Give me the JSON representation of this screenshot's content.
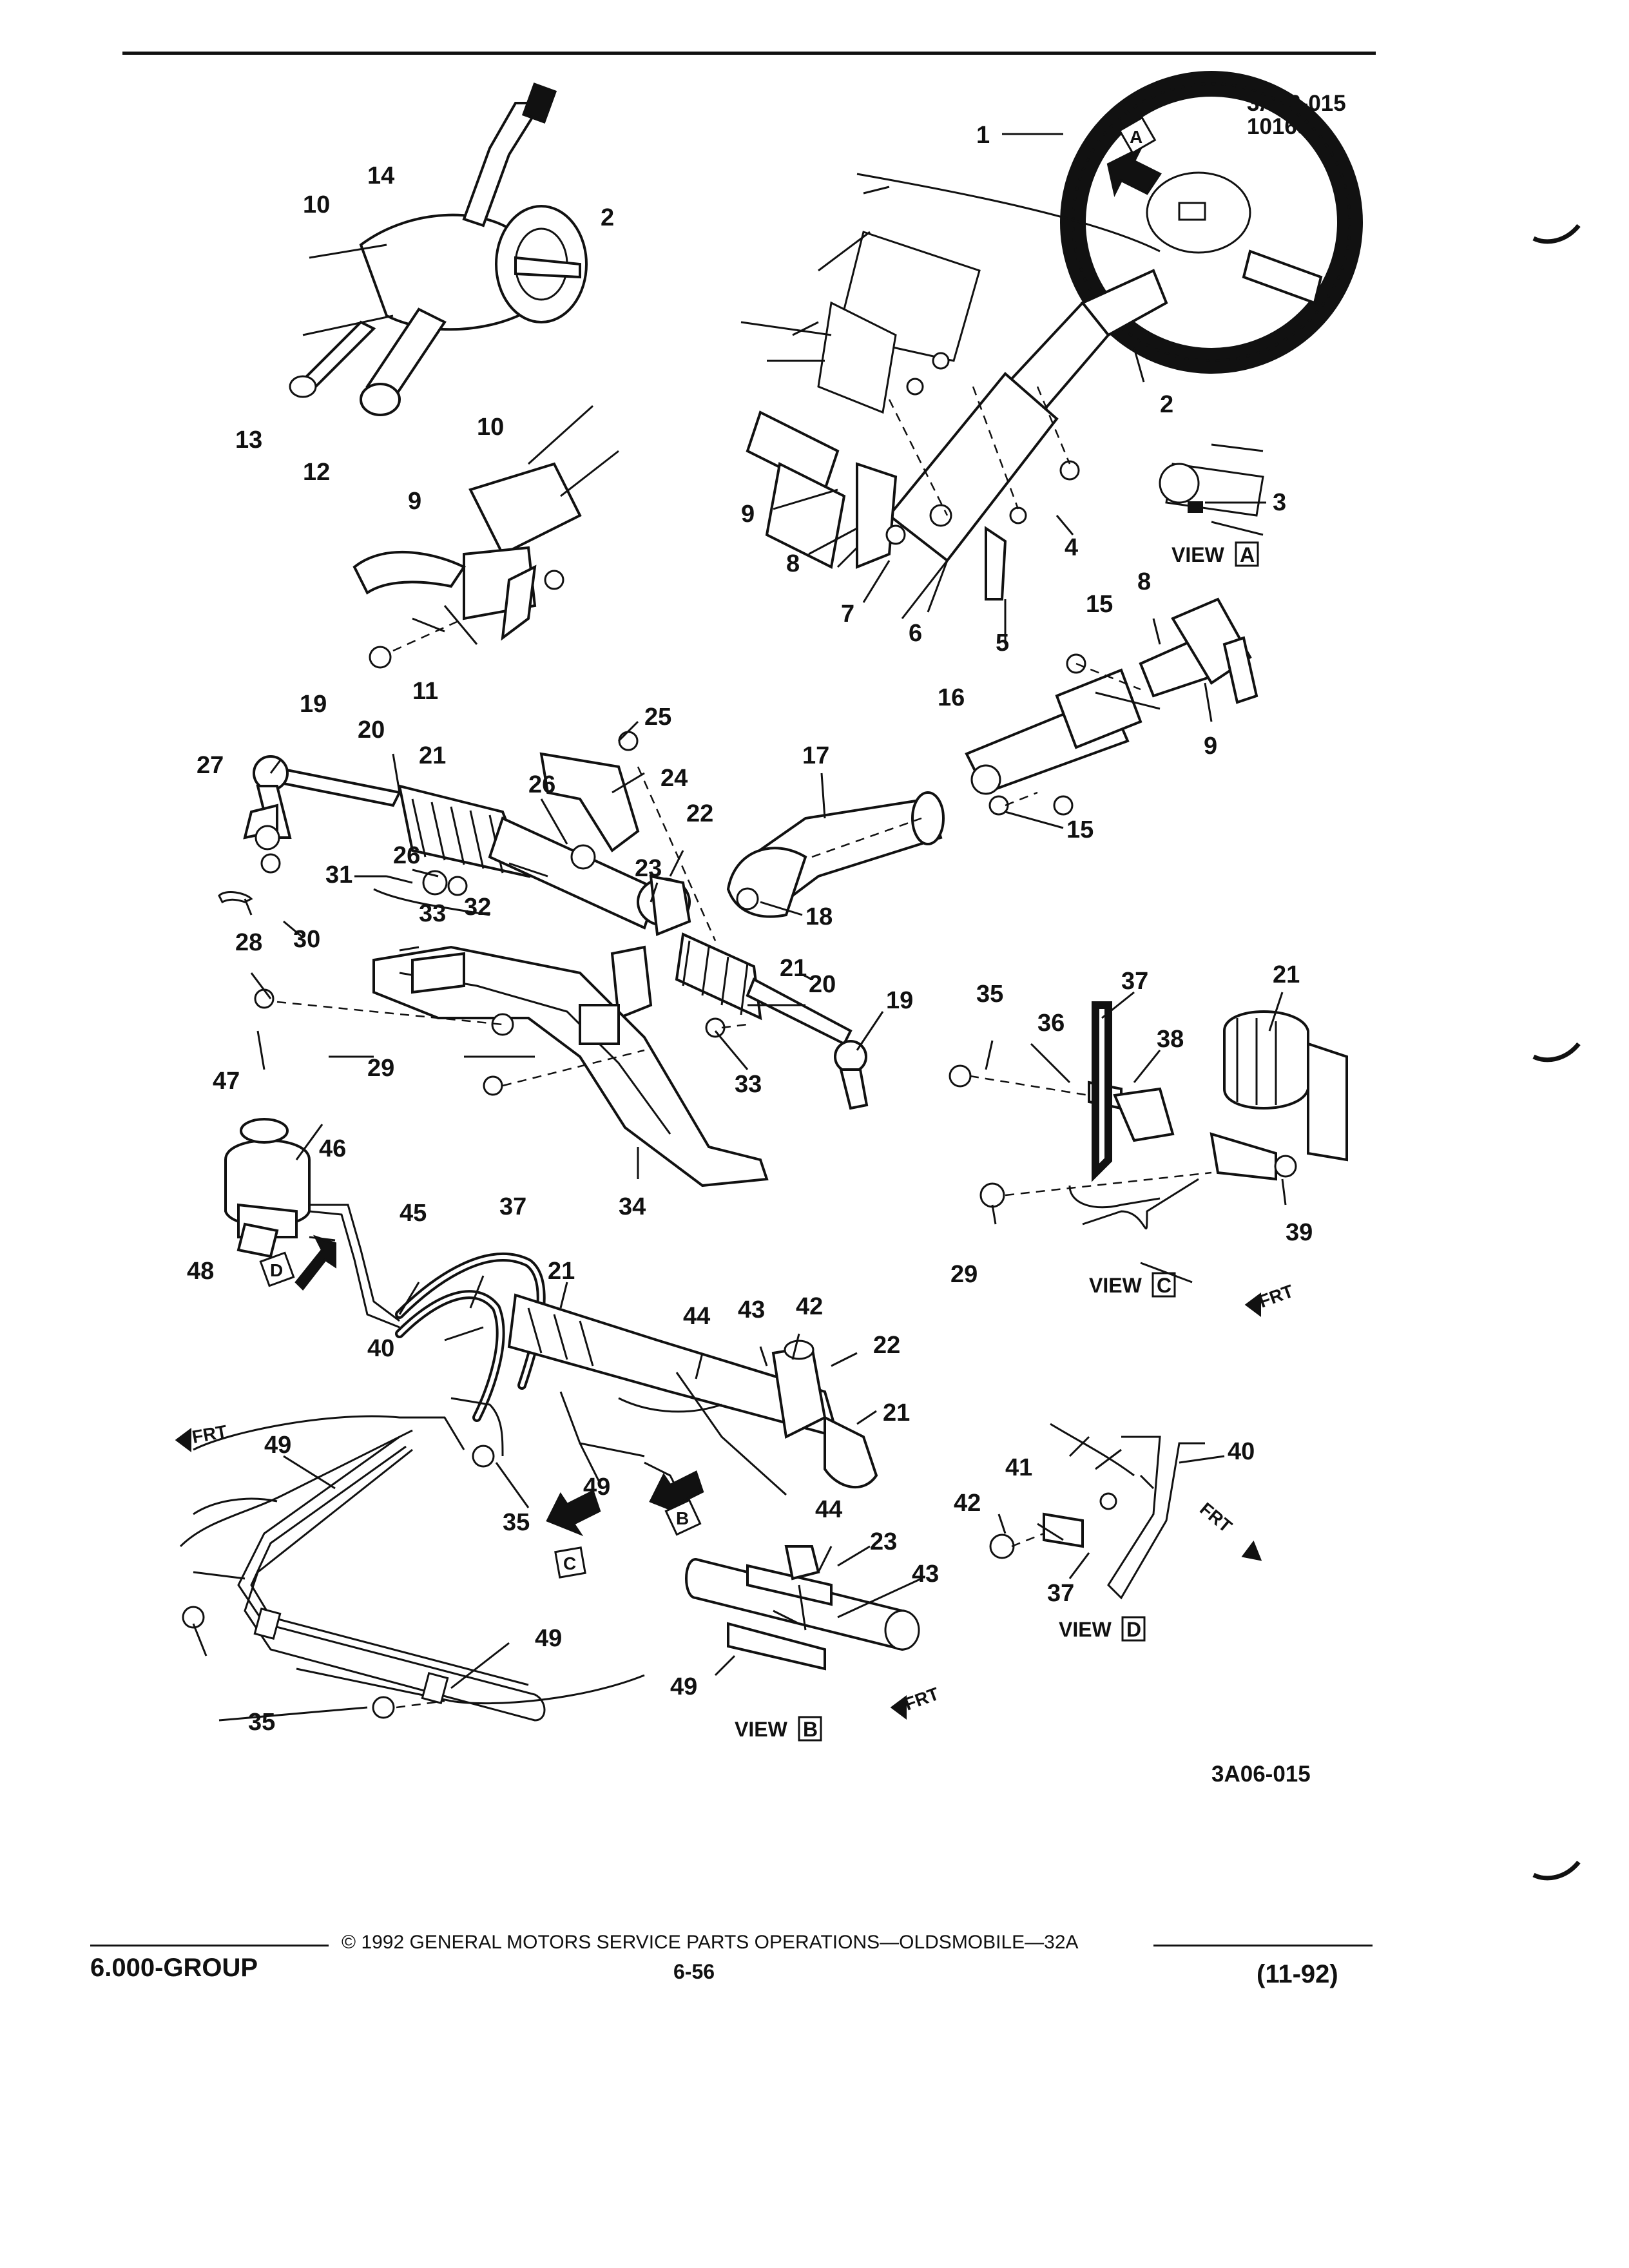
{
  "drawing": {
    "figure_code_top": "3A06-015",
    "figure_date": "101689",
    "figure_code_bottom": "3A06-015"
  },
  "views": {
    "a": {
      "word": "VIEW",
      "letter": "A"
    },
    "b": {
      "word": "VIEW",
      "letter": "B"
    },
    "c": {
      "word": "VIEW",
      "letter": "C"
    },
    "d": {
      "word": "VIEW",
      "letter": "D"
    }
  },
  "markers": {
    "a": "A",
    "b": "B",
    "c": "C",
    "d": "D",
    "frt": "FRT"
  },
  "callouts": {
    "n1": "1",
    "n2": "2",
    "n3": "3",
    "n4": "4",
    "n5": "5",
    "n6": "6",
    "n7": "7",
    "n8": "8",
    "n9": "9",
    "n10": "10",
    "n11": "11",
    "n12": "12",
    "n13": "13",
    "n14": "14",
    "n15": "15",
    "n16": "16",
    "n17": "17",
    "n18": "18",
    "n19": "19",
    "n20": "20",
    "n21": "21",
    "n22": "22",
    "n23": "23",
    "n24": "24",
    "n25": "25",
    "n26": "26",
    "n27": "27",
    "n28": "28",
    "n29": "29",
    "n30": "30",
    "n31": "31",
    "n32": "32",
    "n33": "33",
    "n34": "34",
    "n35": "35",
    "n36": "36",
    "n37": "37",
    "n38": "38",
    "n39": "39",
    "n40": "40",
    "n41": "41",
    "n42": "42",
    "n43": "43",
    "n44": "44",
    "n45": "45",
    "n46": "46",
    "n47": "47",
    "n48": "48",
    "n49": "49"
  },
  "footer": {
    "copyright": "© 1992 GENERAL MOTORS SERVICE PARTS OPERATIONS—OLDSMOBILE—32A",
    "group": "6.000-GROUP",
    "page": "6-56",
    "date": "(11-92)"
  }
}
